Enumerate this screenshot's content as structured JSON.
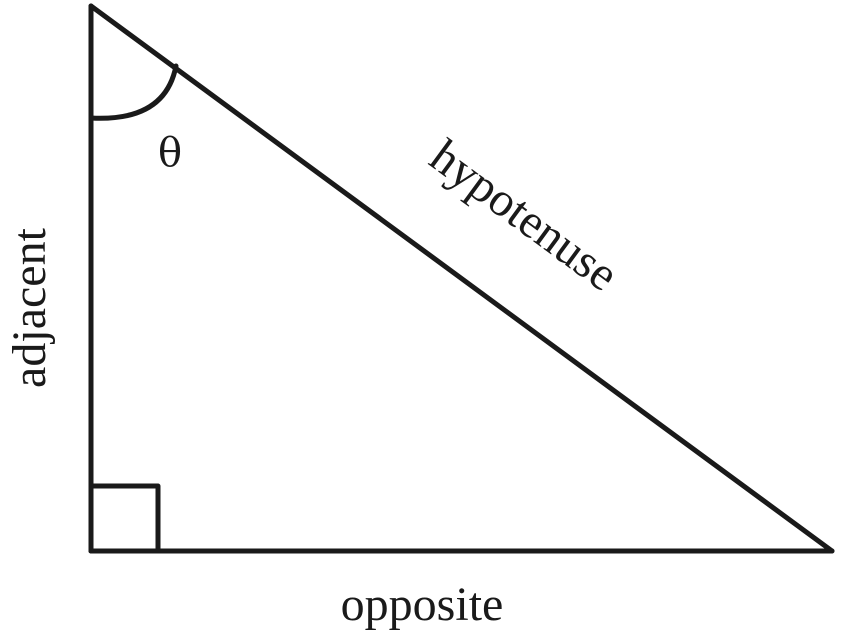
{
  "labels": {
    "angle": "θ",
    "hypotenuse": "hypotenuse",
    "adjacent": "adjacent",
    "opposite": "opposite"
  }
}
